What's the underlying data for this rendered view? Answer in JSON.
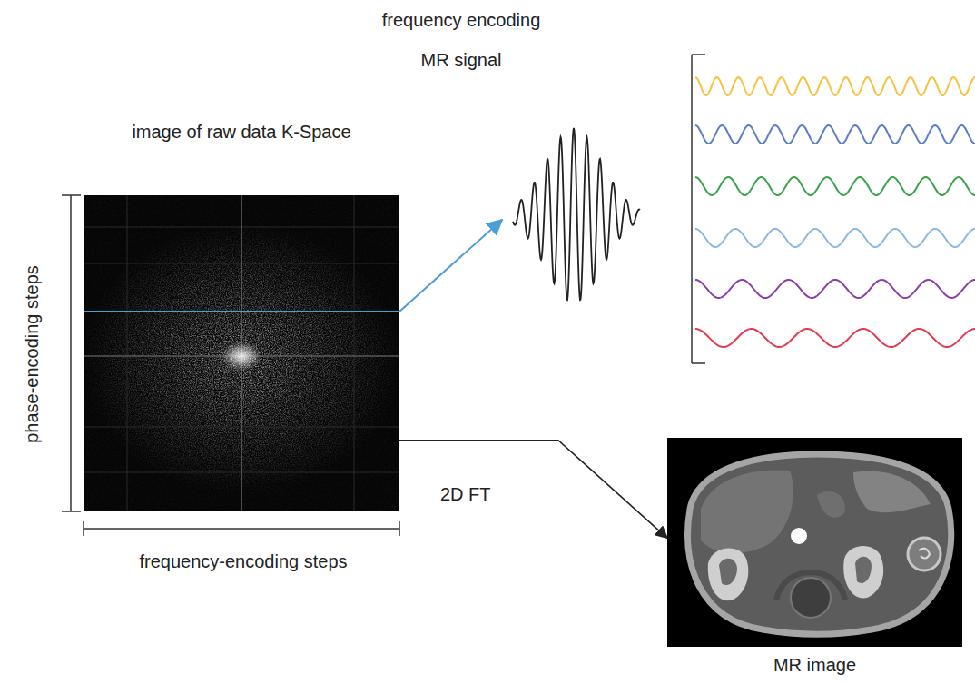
{
  "diagram": {
    "nodes": [
      {
        "text": [
          "image of raw data K-Space"
        ]
      },
      {
        "text": [
          "MR image"
        ]
      }
    ],
    "edges": [
      {
        "from": 0,
        "to": 1,
        "label": "2D FT",
        "arrow": "to"
      }
    ],
    "labels": [
      "frequency encoding MR signal",
      "phase-encoding steps",
      "frequency-encoding steps"
    ]
  }
}
